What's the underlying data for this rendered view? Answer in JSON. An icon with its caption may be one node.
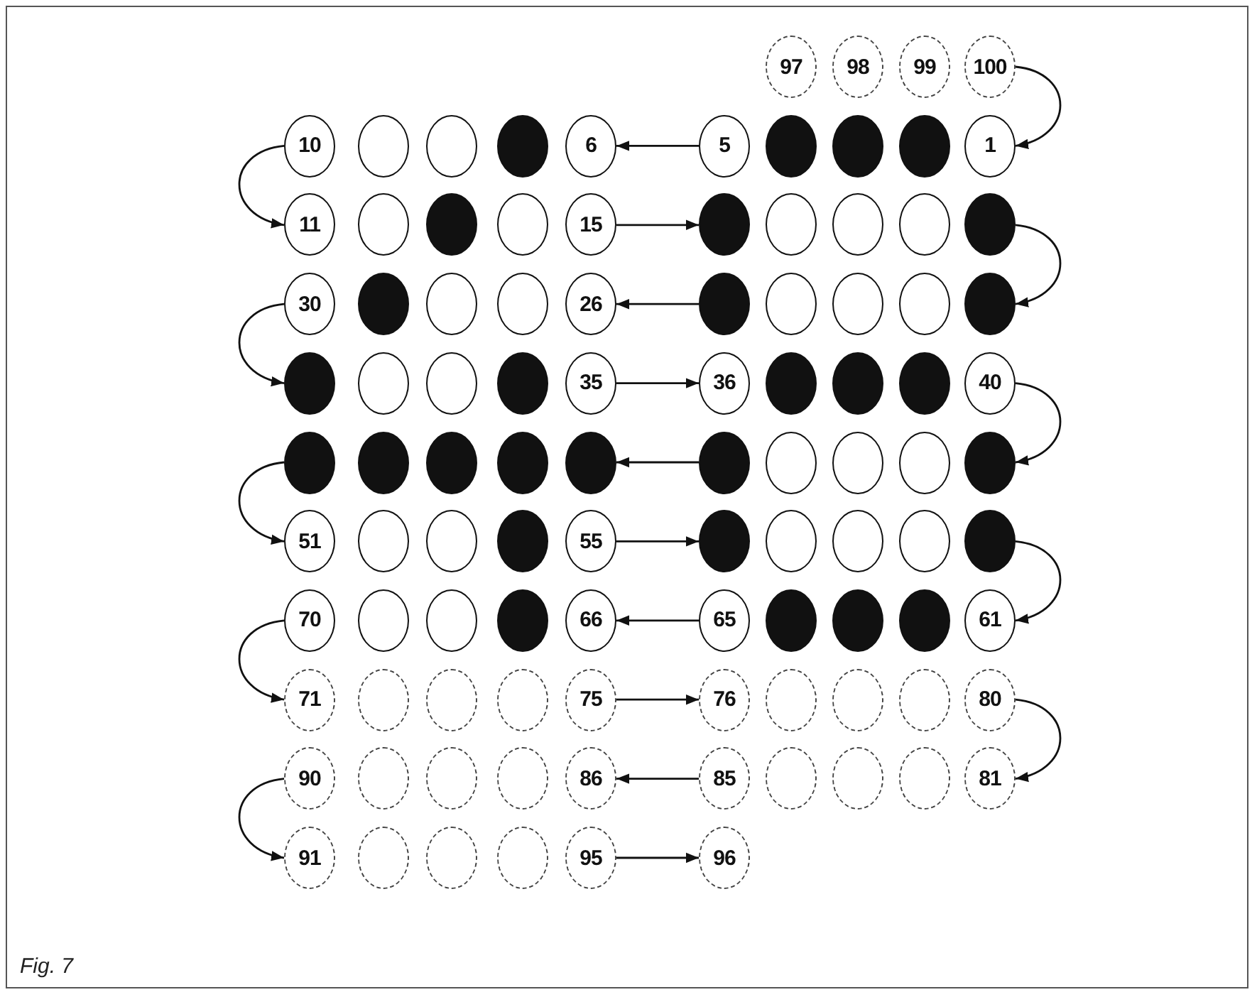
{
  "diagram": {
    "caption": "Fig. 7",
    "nodes": [
      {
        "text": [
          "97"
        ]
      },
      {
        "text": [
          "98"
        ]
      },
      {
        "text": [
          "99"
        ]
      },
      {
        "text": [
          "100"
        ]
      },
      {
        "text": [
          "10"
        ]
      },
      {
        "text": [],
        "shape": "ellipse"
      },
      {
        "text": [],
        "shape": "ellipse"
      },
      {
        "text": [],
        "shape": "disc"
      },
      {
        "text": [
          "6"
        ]
      },
      {
        "text": [
          "5"
        ]
      },
      {
        "text": [],
        "shape": "disc"
      },
      {
        "text": [],
        "shape": "disc"
      },
      {
        "text": [],
        "shape": "disc"
      },
      {
        "text": [
          "1"
        ]
      },
      {
        "text": [
          "11"
        ]
      },
      {
        "text": [],
        "shape": "ellipse"
      },
      {
        "text": [],
        "shape": "disc"
      },
      {
        "text": [],
        "shape": "ellipse"
      },
      {
        "text": [
          "15"
        ]
      },
      {
        "text": [],
        "shape": "disc"
      },
      {
        "text": [],
        "shape": "ellipse"
      },
      {
        "text": [],
        "shape": "ellipse"
      },
      {
        "text": [],
        "shape": "ellipse"
      },
      {
        "text": [],
        "shape": "disc"
      },
      {
        "text": [
          "30"
        ]
      },
      {
        "text": [],
        "shape": "disc"
      },
      {
        "text": [],
        "shape": "ellipse"
      },
      {
        "text": [],
        "shape": "ellipse"
      },
      {
        "text": [
          "26"
        ]
      },
      {
        "text": [],
        "shape": "disc"
      },
      {
        "text": [],
        "shape": "ellipse"
      },
      {
        "text": [],
        "shape": "ellipse"
      },
      {
        "text": [],
        "shape": "ellipse"
      },
      {
        "text": [],
        "shape": "disc"
      },
      {
        "text": [],
        "shape": "disc"
      },
      {
        "text": [],
        "shape": "ellipse"
      },
      {
        "text": [],
        "shape": "ellipse"
      },
      {
        "text": [],
        "shape": "disc"
      },
      {
        "text": [
          "35"
        ]
      },
      {
        "text": [
          "36"
        ]
      },
      {
        "text": [],
        "shape": "disc"
      },
      {
        "text": [],
        "shape": "disc"
      },
      {
        "text": [],
        "shape": "disc"
      },
      {
        "text": [
          "40"
        ]
      },
      {
        "text": [],
        "shape": "disc"
      },
      {
        "text": [],
        "shape": "disc"
      },
      {
        "text": [],
        "shape": "disc"
      },
      {
        "text": [],
        "shape": "disc"
      },
      {
        "text": [],
        "shape": "disc"
      },
      {
        "text": [],
        "shape": "disc"
      },
      {
        "text": [],
        "shape": "ellipse"
      },
      {
        "text": [],
        "shape": "ellipse"
      },
      {
        "text": [],
        "shape": "ellipse"
      },
      {
        "text": [],
        "shape": "disc"
      },
      {
        "text": [
          "51"
        ]
      },
      {
        "text": [],
        "shape": "ellipse"
      },
      {
        "text": [],
        "shape": "ellipse"
      },
      {
        "text": [],
        "shape": "disc"
      },
      {
        "text": [
          "55"
        ]
      },
      {
        "text": [],
        "shape": "disc"
      },
      {
        "text": [],
        "shape": "ellipse"
      },
      {
        "text": [],
        "shape": "ellipse"
      },
      {
        "text": [],
        "shape": "ellipse"
      },
      {
        "text": [],
        "shape": "disc"
      },
      {
        "text": [
          "70"
        ]
      },
      {
        "text": [],
        "shape": "ellipse"
      },
      {
        "text": [],
        "shape": "ellipse"
      },
      {
        "text": [],
        "shape": "disc"
      },
      {
        "text": [
          "66"
        ]
      },
      {
        "text": [
          "65"
        ]
      },
      {
        "text": [],
        "shape": "disc"
      },
      {
        "text": [],
        "shape": "disc"
      },
      {
        "text": [],
        "shape": "disc"
      },
      {
        "text": [
          "61"
        ]
      },
      {
        "text": [
          "71"
        ]
      },
      {
        "text": [],
        "shape": "ellipse"
      },
      {
        "text": [],
        "shape": "ellipse"
      },
      {
        "text": [],
        "shape": "ellipse"
      },
      {
        "text": [
          "75"
        ]
      },
      {
        "text": [
          "76"
        ]
      },
      {
        "text": [],
        "shape": "ellipse"
      },
      {
        "text": [],
        "shape": "ellipse"
      },
      {
        "text": [],
        "shape": "ellipse"
      },
      {
        "text": [
          "80"
        ]
      },
      {
        "text": [
          "90"
        ]
      },
      {
        "text": [],
        "shape": "ellipse"
      },
      {
        "text": [],
        "shape": "ellipse"
      },
      {
        "text": [],
        "shape": "ellipse"
      },
      {
        "text": [
          "86"
        ]
      },
      {
        "text": [
          "85"
        ]
      },
      {
        "text": [],
        "shape": "ellipse"
      },
      {
        "text": [],
        "shape": "ellipse"
      },
      {
        "text": [],
        "shape": "ellipse"
      },
      {
        "text": [
          "81"
        ]
      },
      {
        "text": [
          "91"
        ]
      },
      {
        "text": [],
        "shape": "ellipse"
      },
      {
        "text": [],
        "shape": "ellipse"
      },
      {
        "text": [],
        "shape": "ellipse"
      },
      {
        "text": [
          "95"
        ]
      },
      {
        "text": [
          "96"
        ]
      }
    ],
    "edges": [
      {
        "from": 3,
        "to": 13,
        "arrow": "to"
      },
      {
        "from": 9,
        "to": 8,
        "arrow": "to"
      },
      {
        "from": 4,
        "to": 14,
        "arrow": "to"
      },
      {
        "from": 18,
        "to": 19,
        "arrow": "to"
      },
      {
        "from": 23,
        "to": 33,
        "arrow": "to"
      },
      {
        "from": 29,
        "to": 28,
        "arrow": "to"
      },
      {
        "from": 24,
        "to": 34,
        "arrow": "to"
      },
      {
        "from": 38,
        "to": 39,
        "arrow": "to"
      },
      {
        "from": 43,
        "to": 53,
        "arrow": "to"
      },
      {
        "from": 49,
        "to": 48,
        "arrow": "to"
      },
      {
        "from": 44,
        "to": 54,
        "arrow": "to"
      },
      {
        "from": 58,
        "to": 59,
        "arrow": "to"
      },
      {
        "from": 63,
        "to": 73,
        "arrow": "to"
      },
      {
        "from": 69,
        "to": 68,
        "arrow": "to"
      },
      {
        "from": 64,
        "to": 74,
        "arrow": "to"
      },
      {
        "from": 78,
        "to": 79,
        "arrow": "to"
      },
      {
        "from": 83,
        "to": 93,
        "arrow": "to"
      },
      {
        "from": 89,
        "to": 88,
        "arrow": "to"
      },
      {
        "from": 84,
        "to": 94,
        "arrow": "to"
      },
      {
        "from": 98,
        "to": 99,
        "arrow": "to"
      }
    ]
  }
}
